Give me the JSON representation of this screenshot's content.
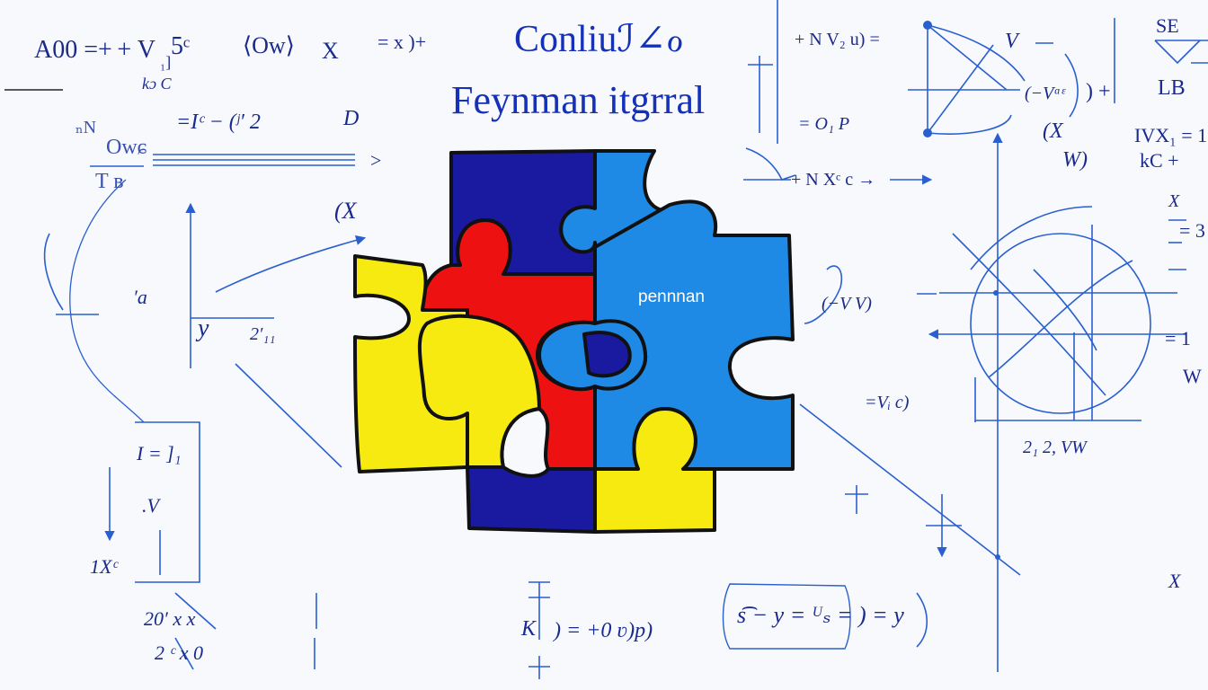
{
  "titles": {
    "line1": "Conliuℐ∠ℴ",
    "line2": "Feynman itgrral"
  },
  "puzzle": {
    "label": "pennnan",
    "colors": {
      "navy": "#1a1aa0",
      "blue": "#1e8ae6",
      "red": "#ee1111",
      "yellow": "#f6ea10",
      "outline": "#111111"
    }
  },
  "scribbles": {
    "a1": "A00 =+ + V",
    "a2": "₁]",
    "a3": "5ᶜ",
    "a4": "kɔ C",
    "a5": "⟨Ow⟩",
    "a6": "X",
    "a7": "= x )+",
    "b1": "=Iᶜ − (ʲ′ 2",
    "b2": "D",
    "c1": "ₙN",
    "c2": "Owɕ",
    "c3": "T ʙ",
    "c4": ">",
    "d1": "(X",
    "d2": "′a",
    "d3": "y",
    "d4": "2′₁₁",
    "e1": "I = ]₁",
    "e2": ".V",
    "e3": "1Xᶜ",
    "e4": "20′ x x",
    "e5": "2  ᶜ x 0",
    "f1": "K",
    "f2": ") = +0 ʋ)p)",
    "f3": "s͡ − y = ᵁₛ = ) = y",
    "g1": "+ N V₂ u) =",
    "g2": "= O₁ P",
    "g3": "+ N Xᶜ c →",
    "g4": "(−V V)",
    "g5": "=Vᵢ c)",
    "h1": "V",
    "h2": "(−Vᵅᵋ",
    "h3": ") +",
    "h4": "(X",
    "h5": "W)",
    "h6": "2₁ 2, VW",
    "i1": "SE",
    "i2": "LB",
    "i3": "IVX₁ = 1",
    "i4": "kC +",
    "i5": "X",
    "i6": "= 3",
    "i7": "= 1",
    "i8": "W",
    "i9": "X"
  }
}
